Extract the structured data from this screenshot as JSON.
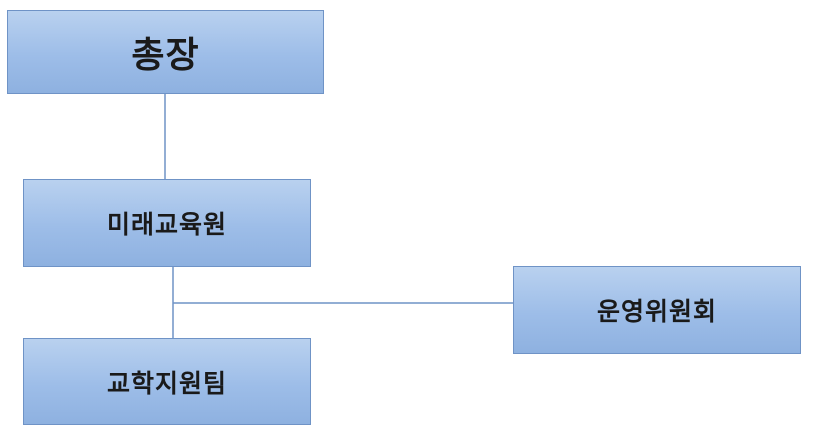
{
  "diagram": {
    "nodes": {
      "president": "총장",
      "future_education_institute": "미래교육원",
      "academic_support_team": "교학지원팀",
      "steering_committee": "운영위원회"
    },
    "connector_color": "#6f93c6",
    "node_fill_top": "#b9d1ef",
    "node_fill_bottom": "#8eb1e0"
  }
}
